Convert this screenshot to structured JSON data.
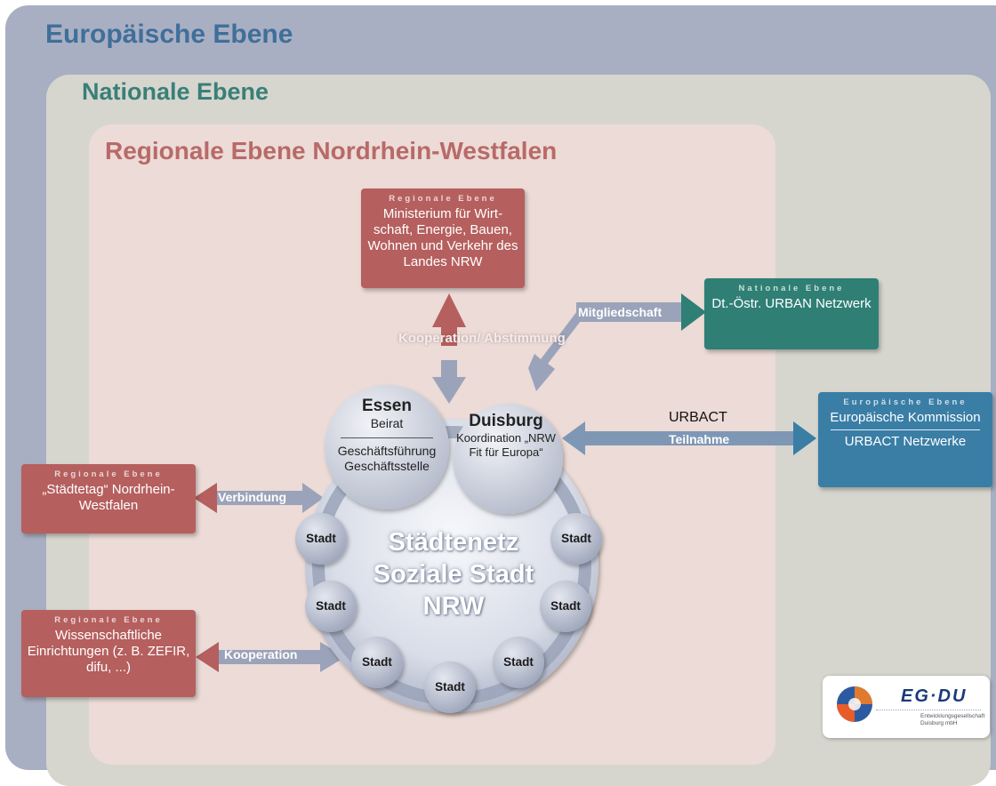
{
  "levels": {
    "european": "Europäische Ebene",
    "national": "Nationale Ebene",
    "regional": "Regionale Ebene Nordrhein-Westfalen"
  },
  "boxes": {
    "ministry": {
      "label": "Regionale Ebene",
      "text": "Ministerium für Wirt-schaft, Energie, Bauen, Wohnen und Verkehr des Landes NRW"
    },
    "national_network": {
      "label": "Nationale Ebene",
      "text": "Dt.-Östr. URBAN Netzwerk"
    },
    "eu_commission": {
      "label": "Europäische Ebene",
      "text": "Europäische Kommission",
      "text2": "URBACT Netzwerke"
    },
    "staedtetag": {
      "label": "Regionale Ebene",
      "text": "„Städtetag“ Nordrhein-Westfalen"
    },
    "science": {
      "label": "Regionale Ebene",
      "text": "Wissenschaftliche Einrichtungen (z. B. ZEFIR, difu, ...)"
    }
  },
  "arrows": {
    "cooperation_ministry": "Kooperation/ Abstimmung",
    "membership": "Mitgliedschaft",
    "urbact": "URBACT",
    "participation": "Teilnahme",
    "connection": "Verbindung",
    "cooperation_science": "Kooperation"
  },
  "nodes": {
    "essen": {
      "name": "Essen",
      "role": "Beirat",
      "role2": "Geschäftsführung Geschäftsstelle"
    },
    "duisburg": {
      "name": "Duisburg",
      "role": "Koordination „NRW Fit für Europa“"
    },
    "center": "Städtenetz Soziale Stadt NRW",
    "city_label": "Stadt"
  },
  "logo": {
    "name": "EG·DU",
    "tagline": "Entwicklungsgesellschaft Duisburg mbH"
  },
  "colors": {
    "european": "#a9afc2",
    "national": "#d6d6ce",
    "regional": "#ecdbd6",
    "regional_box": "#b55f5e",
    "national_box": "#2f7f75",
    "european_box": "#3a7ea6"
  }
}
